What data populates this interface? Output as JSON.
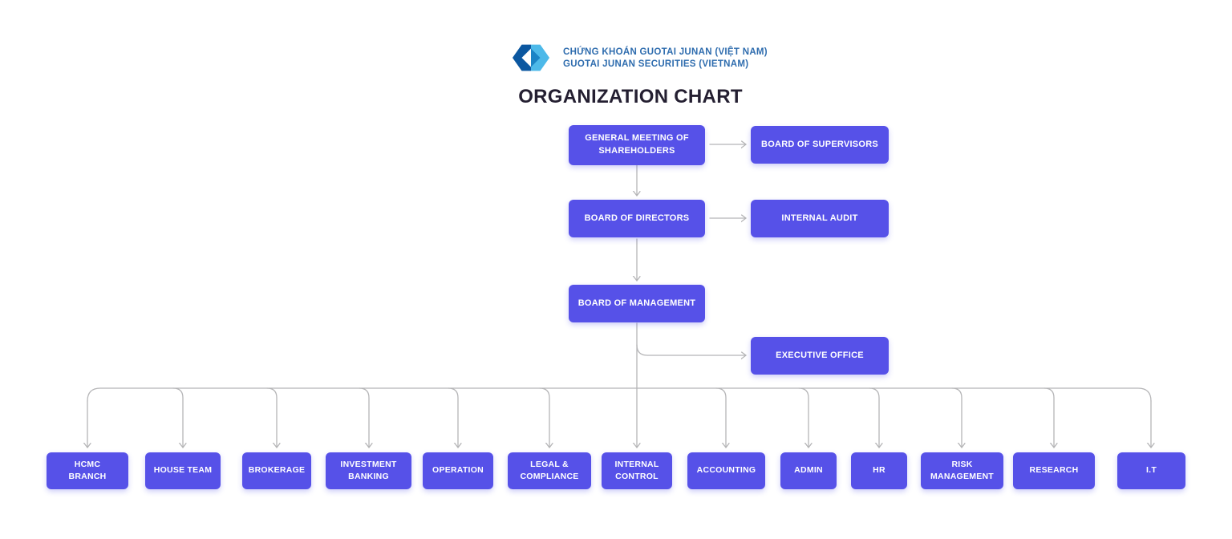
{
  "brand": {
    "line1": "CHỨNG KHOÁN GUOTAI JUNAN (VIỆT NAM)",
    "line2": "GUOTAI JUNAN SECURITIES (VIETNAM)",
    "logo_icon": "hexagon-cube-logo"
  },
  "title": "ORGANIZATION CHART",
  "colors": {
    "node_background": "#5651e8",
    "node_text": "#ffffff",
    "connector_gray": "#b5b5b7",
    "title_text": "#241f31",
    "brand_text_blue": "#2e6cae",
    "logo_dark_blue": "#0b57a0",
    "logo_light_blue": "#4db9e9",
    "logo_mid_blue": "#1b84c6",
    "page_background": "#ffffff"
  },
  "nodes": {
    "gms": "GENERAL MEETING OF SHAREHOLDERS",
    "bos": "BOARD OF SUPERVISORS",
    "bod": "BOARD OF DIRECTORS",
    "ia": "INTERNAL AUDIT",
    "bom": "BOARD OF MANAGEMENT",
    "eo": "EXECUTIVE OFFICE"
  },
  "departments": [
    {
      "label": "HCMC BRANCH"
    },
    {
      "label": "HOUSE TEAM"
    },
    {
      "label": "BROKERAGE"
    },
    {
      "label": "INVESTMENT BANKING"
    },
    {
      "label": "OPERATION"
    },
    {
      "label": "LEGAL & COMPLIANCE"
    },
    {
      "label": "INTERNAL CONTROL"
    },
    {
      "label": "ACCOUNTING"
    },
    {
      "label": "ADMIN"
    },
    {
      "label": "HR"
    },
    {
      "label": "RISK MANAGEMENT"
    },
    {
      "label": "RESEARCH"
    },
    {
      "label": "I.T"
    }
  ]
}
